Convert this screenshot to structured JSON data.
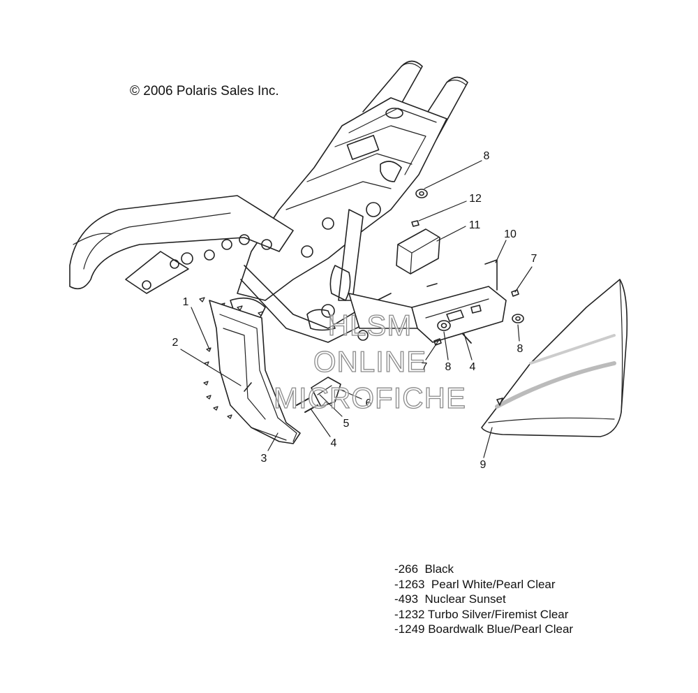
{
  "copyright": "© 2006 Polaris Sales Inc.",
  "callouts": [
    {
      "id": "c1",
      "label": "1"
    },
    {
      "id": "c2",
      "label": "2"
    },
    {
      "id": "c3",
      "label": "3"
    },
    {
      "id": "c4a",
      "label": "4"
    },
    {
      "id": "c4b",
      "label": "4"
    },
    {
      "id": "c5",
      "label": "5"
    },
    {
      "id": "c6",
      "label": "6"
    },
    {
      "id": "c7a",
      "label": "7"
    },
    {
      "id": "c7b",
      "label": "7"
    },
    {
      "id": "c8a",
      "label": "8"
    },
    {
      "id": "c8b",
      "label": "8"
    },
    {
      "id": "c8c",
      "label": "8"
    },
    {
      "id": "c9",
      "label": "9"
    },
    {
      "id": "c10",
      "label": "10"
    },
    {
      "id": "c11",
      "label": "11"
    },
    {
      "id": "c12",
      "label": "12"
    }
  ],
  "color_options": [
    "-266  Black",
    "-1263  Pearl White/Pearl Clear",
    "-493  Nuclear Sunset",
    "-1232 Turbo Silver/Firemist Clear",
    "-1249 Boardwalk Blue/Pearl Clear"
  ],
  "watermark": {
    "line1": "HLSM",
    "line2": "ONLINE",
    "line3": "MICROFICHE"
  },
  "colors": {
    "line": "#222222",
    "shade": "#bbbbbb",
    "watermark_outline": "#8a8a8a"
  }
}
